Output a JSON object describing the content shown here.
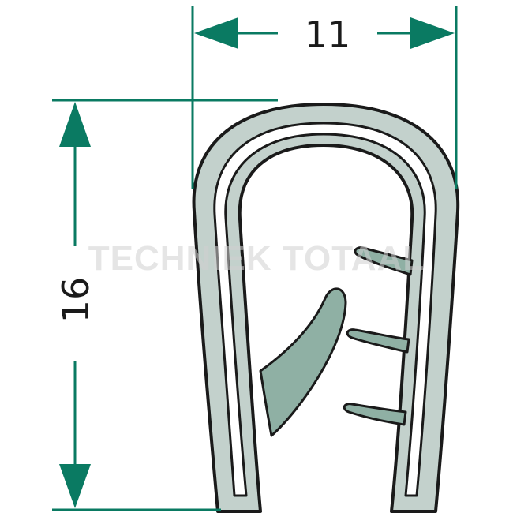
{
  "dimensions": {
    "width_value": "11",
    "height_value": "16"
  },
  "watermark": {
    "text": "TECHNIEK TOTAAL"
  },
  "colors": {
    "dimension_line": "#0a7a62",
    "profile_fill": "#c3d1cc",
    "profile_outline": "#1a1a1a",
    "inner_fill": "#ffffff",
    "fin_fill": "#8fb0a4"
  },
  "icons": [
    "arrow-left-icon",
    "arrow-right-icon",
    "arrow-up-icon",
    "arrow-down-icon"
  ]
}
